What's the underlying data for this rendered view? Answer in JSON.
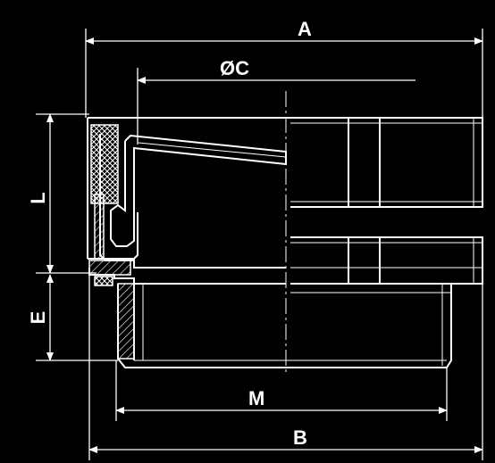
{
  "drawing": {
    "dimensions": {
      "A": "A",
      "C": "ØC",
      "L": "L",
      "E": "E",
      "M": "M",
      "B": "B"
    },
    "colors": {
      "background": "#000000",
      "line": "#ffffff"
    }
  }
}
